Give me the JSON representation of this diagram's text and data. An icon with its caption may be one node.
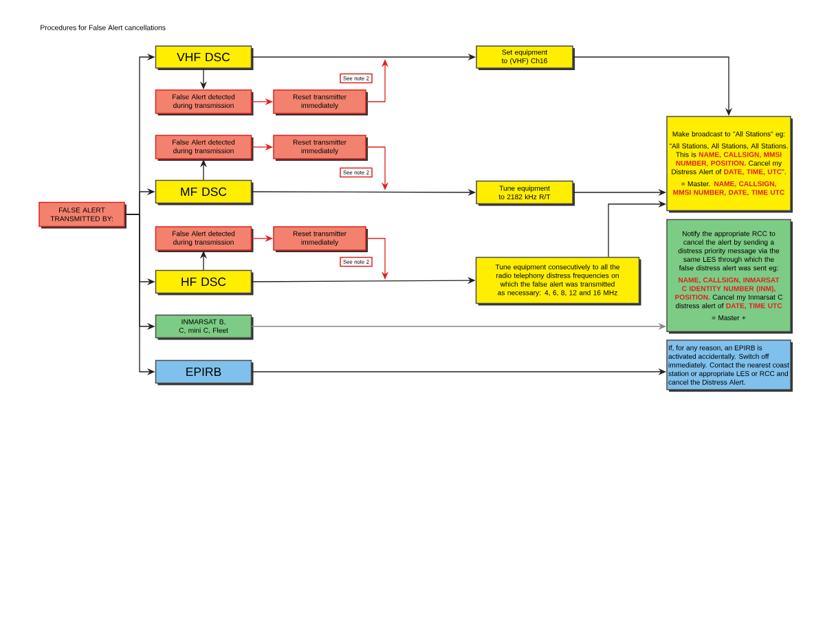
{
  "diagram": {
    "title": "Procedures for False Alert cancellations",
    "nodes": [
      {
        "text": [
          "FALSE ALERT TRANSMITTED BY:"
        ]
      },
      {
        "text": [
          "VHF DSC"
        ]
      },
      {
        "text": [
          "False Alert detected during transmission"
        ]
      },
      {
        "text": [
          "Reset transmitter immediately"
        ]
      },
      {
        "text": [
          "See note 2"
        ]
      },
      {
        "text": [
          "Set equipment to (VHF) Ch16"
        ]
      },
      {
        "text": [
          "False Alert detected during transmission"
        ]
      },
      {
        "text": [
          "Reset transmitter immediately"
        ]
      },
      {
        "text": [
          "See note 2"
        ]
      },
      {
        "text": [
          "MF DSC"
        ]
      },
      {
        "text": [
          "Tune equipment to 2182 kHz R/T"
        ]
      },
      {
        "text": [
          "Make broadcast to \"All Stations\" eg:",
          "\"All Stations, All Stations, All Stations. This is **NAME, CALLSIGN, MMSI NUMBER, POSITION.** Cancel my Distress Alert of **DATE, TIME, UTC**\".",
          "= Master. **NAME, CALLSIGN, MMSI NUMBER, DATE, TIME UTC**"
        ]
      },
      {
        "text": [
          "False Alert detected during transmission"
        ]
      },
      {
        "text": [
          "Reset transmitter immediately"
        ]
      },
      {
        "text": [
          "See note 2"
        ]
      },
      {
        "text": [
          "HF DSC"
        ]
      },
      {
        "text": [
          "Tune equipment consecutively to all the radio telephony distress frequencies on which the false alert was transmitted as necessary: 4, 6, 8, 12 and 16 MHz"
        ]
      },
      {
        "text": [
          "Notify the appropriate RCC to cancel the alert by sending a distress priority message via the same LES through which the false distress alert was sent eg:",
          "**NAME, CALLSIGN, INMARSAT C IDENTITY NUMBER (INM), POSITION.** Cancel my Inmarsat C distress alert of **DATE, TIME UTC**",
          "= Master +"
        ]
      },
      {
        "text": [
          "INMARSAT B, C, mini C, Fleet"
        ]
      },
      {
        "text": [
          "EPIRB"
        ]
      },
      {
        "text": [
          "If, for any reason, an EPIRB is activated accidentally. Switch off immediately. Contact the nearest coast station or appropriate LES or RCC and cancel the Distress Alert."
        ]
      }
    ],
    "edges": [
      {
        "from": 0,
        "to": 1,
        "arrow": "to"
      },
      {
        "from": 0,
        "to": 9,
        "arrow": "to"
      },
      {
        "from": 0,
        "to": 15,
        "arrow": "to"
      },
      {
        "from": 0,
        "to": 18,
        "arrow": "to"
      },
      {
        "from": 0,
        "to": 19,
        "arrow": "to"
      },
      {
        "from": 1,
        "to": 2,
        "arrow": "to"
      },
      {
        "from": 2,
        "to": 3,
        "arrow": "to",
        "color": "#e0201e"
      },
      {
        "from": 3,
        "to": null,
        "arrow": "to",
        "color": "#e0201e"
      },
      {
        "from": 1,
        "to": 5,
        "arrow": "to"
      },
      {
        "from": 5,
        "to": 11,
        "arrow": "to"
      },
      {
        "from": 9,
        "to": 6,
        "arrow": "to"
      },
      {
        "from": 6,
        "to": 7,
        "arrow": "to",
        "color": "#e0201e"
      },
      {
        "from": 7,
        "to": null,
        "arrow": "to",
        "color": "#e0201e"
      },
      {
        "from": 9,
        "to": 10,
        "arrow": "to"
      },
      {
        "from": 10,
        "to": 11,
        "arrow": "to"
      },
      {
        "from": 15,
        "to": 12,
        "arrow": "to"
      },
      {
        "from": 12,
        "to": 13,
        "arrow": "to",
        "color": "#e0201e"
      },
      {
        "from": 13,
        "to": null,
        "arrow": "to",
        "color": "#e0201e"
      },
      {
        "from": 15,
        "to": 16,
        "arrow": "to"
      },
      {
        "from": 16,
        "to": 11,
        "arrow": "to"
      },
      {
        "from": 18,
        "to": 17,
        "arrow": "to",
        "color": "#888888"
      },
      {
        "from": 19,
        "to": 20,
        "arrow": "to"
      }
    ]
  }
}
